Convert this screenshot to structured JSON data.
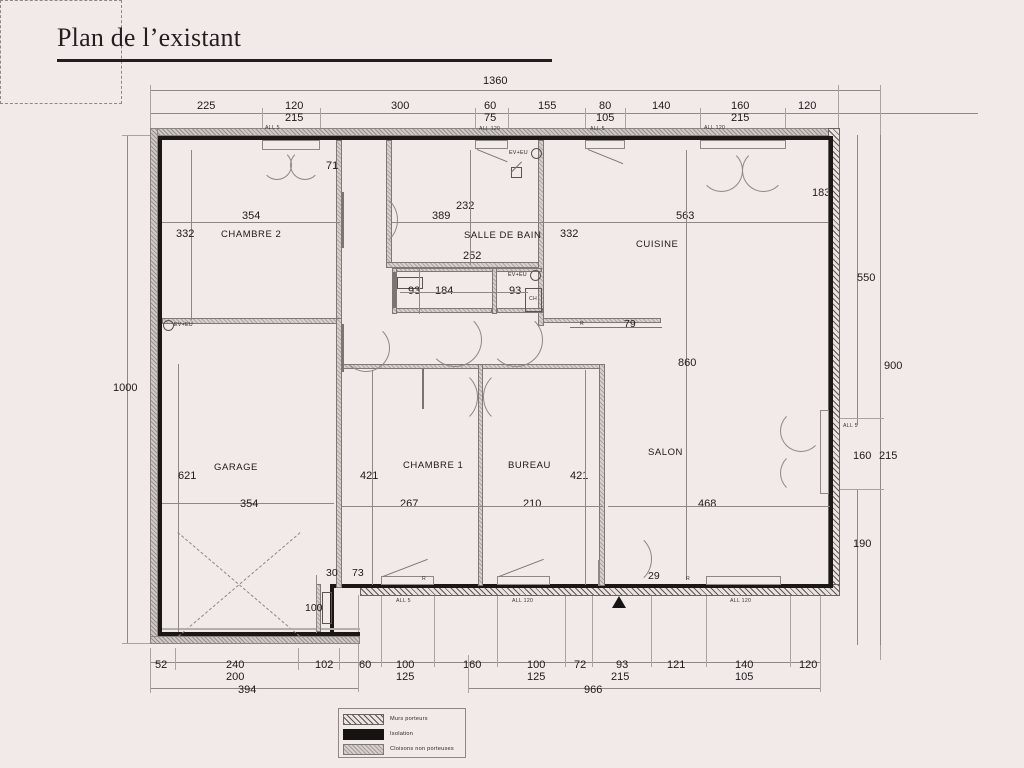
{
  "document": {
    "title": "Plan de l’existant",
    "background_color": "#f2eae8",
    "ink_color": "#1c1a19"
  },
  "rooms": [
    {
      "name": "CHAMBRE 2",
      "width": "354",
      "depth": "332"
    },
    {
      "name": "SALLE DE BAIN",
      "width": "389",
      "depth": "232",
      "extra": "252"
    },
    {
      "name": "CUISINE",
      "width": "563",
      "depth": "860"
    },
    {
      "name": "GARAGE",
      "width": "354",
      "depth": "621"
    },
    {
      "name": "CHAMBRE 1",
      "width": "267",
      "depth": "421"
    },
    {
      "name": "BUREAU",
      "width": "210",
      "depth": "421"
    },
    {
      "name": "SALON",
      "width": "468",
      "depth": "860"
    }
  ],
  "dimensions": {
    "overall_top": "1360",
    "top_chain": [
      "225",
      "120",
      "300",
      "60",
      "155",
      "80",
      "140",
      "160",
      "120"
    ],
    "top_chain_second": [
      "215",
      "75",
      "105",
      "215"
    ],
    "overall_left": "1000",
    "right_chain": [
      "550",
      "900",
      "183",
      "160",
      "215",
      "190"
    ],
    "bottom_chain": [
      "52",
      "240",
      "102",
      "60",
      "100",
      "160",
      "100",
      "72",
      "93",
      "121",
      "140",
      "120"
    ],
    "bottom_chain_second": [
      "200",
      "125",
      "125",
      "215",
      "105"
    ],
    "overall_bottom_left": "394",
    "overall_bottom_right": "966",
    "interior": [
      "354",
      "332",
      "389",
      "232",
      "252",
      "93",
      "184",
      "93",
      "563",
      "332",
      "860",
      "79",
      "621",
      "354",
      "421",
      "267",
      "210",
      "421",
      "468",
      "71",
      "30",
      "73",
      "100",
      "29",
      "183"
    ]
  },
  "annotations": {
    "window_labels": [
      "ALL 5",
      "ALL 120",
      "ALL 5",
      "ALL 120",
      "ALL 5",
      "ALL 120",
      "ALL 120",
      "ALL 120",
      "ALL 5"
    ],
    "service_labels": [
      "EV+EU",
      "EV+EU",
      "EV+EU"
    ],
    "water_heater": "CH",
    "reveal_marks": [
      "R",
      "R",
      "R"
    ]
  },
  "legend": {
    "items": [
      {
        "label": "Murs porteurs",
        "swatch": "hatched"
      },
      {
        "label": "Isolation",
        "swatch": "solid-black"
      },
      {
        "label": "Cloisons non porteuses",
        "swatch": "dotted-grey"
      }
    ]
  }
}
